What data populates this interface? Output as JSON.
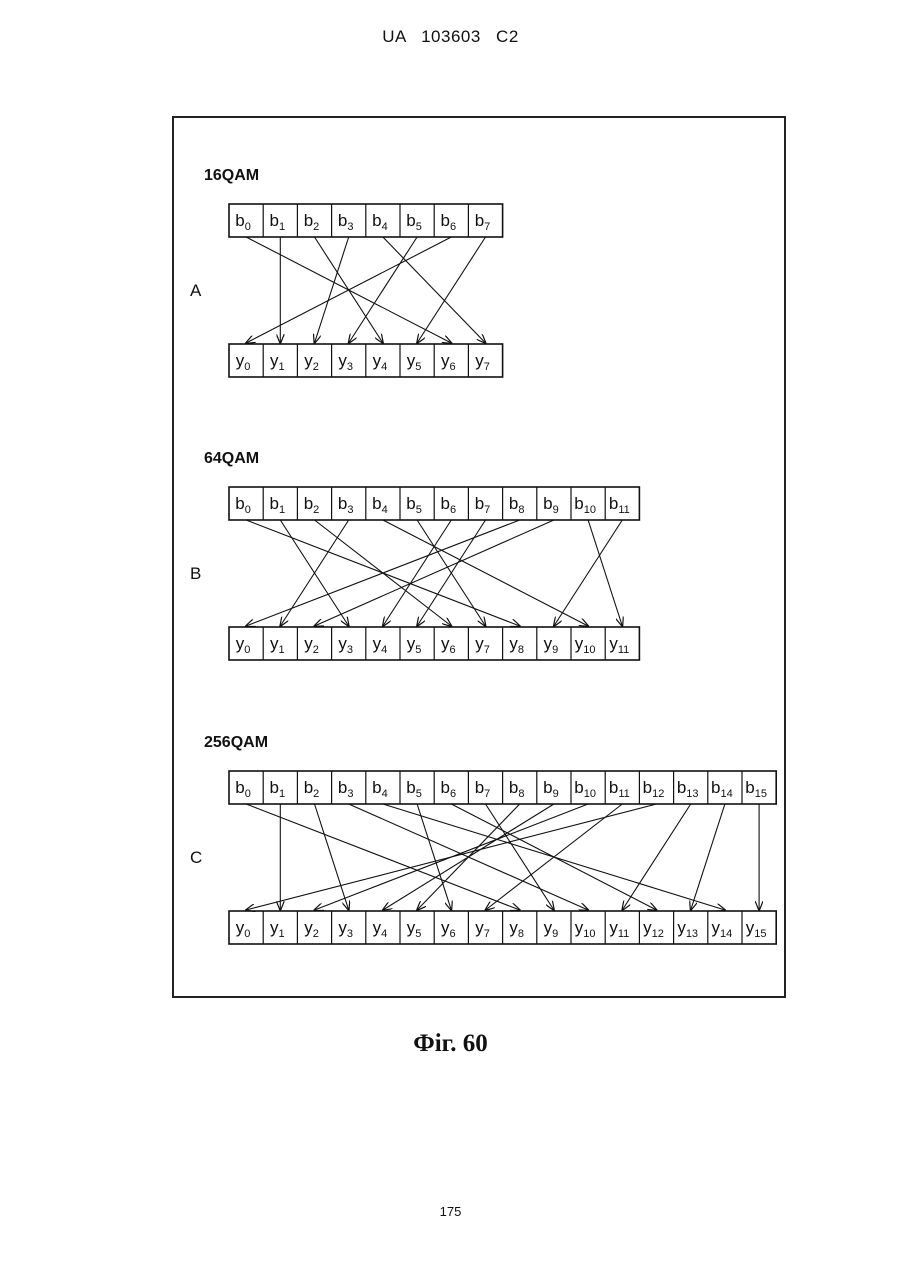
{
  "header": {
    "text": "UA   103603   C2"
  },
  "panels": [
    {
      "letter": "A",
      "title": "16QAM",
      "n": 8,
      "mapping": [
        6,
        1,
        4,
        2,
        7,
        3,
        0,
        5
      ]
    },
    {
      "letter": "B",
      "title": "64QAM",
      "n": 12,
      "mapping": [
        8,
        3,
        6,
        1,
        10,
        7,
        4,
        5,
        0,
        2,
        11,
        9
      ]
    },
    {
      "letter": "C",
      "title": "256QAM",
      "n": 16,
      "mapping": [
        8,
        1,
        3,
        10,
        14,
        6,
        12,
        9,
        5,
        4,
        2,
        7,
        0,
        11,
        13,
        15
      ]
    }
  ],
  "labels": {
    "top_prefix": "b",
    "bottom_prefix": "y"
  },
  "caption": "Фіг. 60",
  "page_number": "175"
}
